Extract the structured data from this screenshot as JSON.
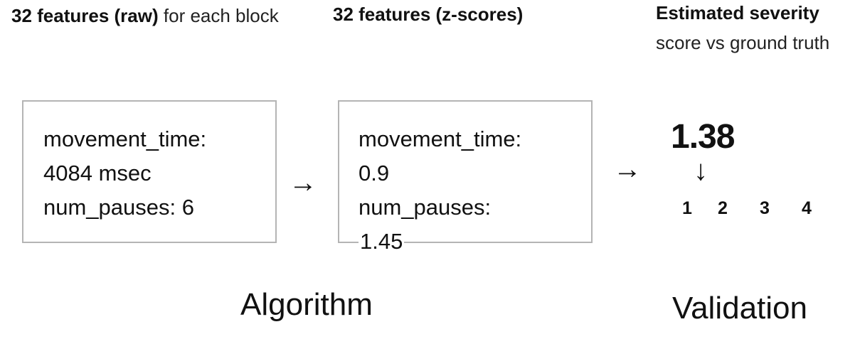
{
  "headings": {
    "raw_bold": "32 features (raw)",
    "raw_light": " for each block",
    "z_bold": "32 features (z-scores)",
    "severity_bold": "Estimated severity",
    "severity_light": "score vs ground truth"
  },
  "raw_box": {
    "line1": "movement_time:",
    "line2": "4084 msec",
    "line3": "num_pauses: 6"
  },
  "z_box": {
    "line1": "movement_time:",
    "line2": "0.9",
    "line3": "num_pauses:",
    "line4": "1.45"
  },
  "arrows": {
    "right": "→",
    "down": "↓"
  },
  "severity": {
    "score": "1.38",
    "scale": [
      "1",
      "2",
      "3",
      "4"
    ]
  },
  "labels": {
    "algorithm": "Algorithm",
    "validation": "Validation"
  }
}
